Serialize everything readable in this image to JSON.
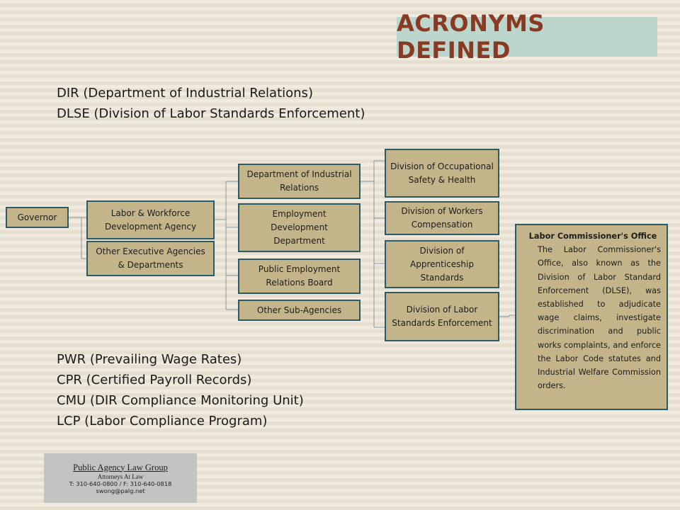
{
  "title": "ACRONYMS DEFINED",
  "top_acronyms": [
    "DIR (Department of Industrial Relations)",
    "DLSE (Division of Labor Standards Enforcement)"
  ],
  "bottom_acronyms": [
    "PWR (Prevailing Wage Rates)",
    "CPR (Certified Payroll Records)",
    "CMU (DIR Compliance Monitoring Unit)",
    "LCP (Labor Compliance Program)"
  ],
  "org_chart": {
    "governor": "Governor",
    "level1": [
      "Labor & Workforce Development Agency",
      "Other Executive Agencies & Departments"
    ],
    "level2": [
      "Department of Industrial Relations",
      "Employment Development Department",
      "Public Employment Relations Board",
      "Other Sub-Agencies"
    ],
    "level3": [
      "Division of Occupational Safety & Health",
      "Division of Workers Compensation",
      "Division of Apprenticeship Standards",
      "Division of Labor Standards Enforcement"
    ]
  },
  "labor_commissioner": {
    "title": "Labor Commissioner's Office",
    "body": "The Labor Commissioner's Office, also known as the Division of Labor Standard Enforcement (DLSE), was established to adjudicate wage claims, investigate discrimination and public works complaints, and enforce the Labor Code statutes and Industrial Welfare Commission orders."
  },
  "footer": {
    "firm": "Public Agency Law Group",
    "subtitle": "Attorneys At Law",
    "phone": "T: 310-640-0800 / F: 310-640-0818",
    "email": "swong@palg.net"
  },
  "colors": {
    "node_fill": "#c4b48a",
    "node_border": "#2e5a66",
    "title_bg": "#bcd6cd",
    "title_text": "#8a3a22",
    "footer_bg": "#c3c3c3"
  }
}
